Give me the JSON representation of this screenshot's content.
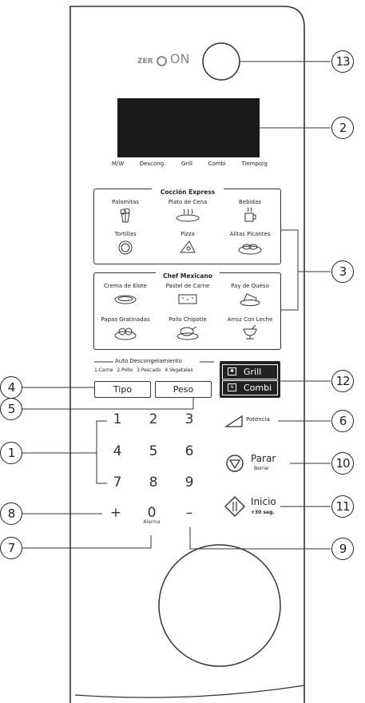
{
  "brand": "ZER",
  "brand_suffix": "ON",
  "display_modes": [
    "M/W",
    "Descong.",
    "Grill",
    "Combi",
    "Tiempo/g"
  ],
  "coccion_express": {
    "title": "Cocción Express",
    "items": [
      "Palomitas",
      "Plato de Cena",
      "Bebidas",
      "Tortillas",
      "Pizza",
      "Alitas Picantes"
    ]
  },
  "chef_mexicano": {
    "title": "Chef Mexicano",
    "items": [
      "Crema de Elote",
      "Pastel de Carne",
      "Pay de Queso",
      "Papas Gratinadas",
      "Pollo Chipotle",
      "Arroz Con Leche"
    ]
  },
  "auto_descongelamiento": {
    "title": "Auto Descongelamiento",
    "options": "1.Carne 2.Pollo 3.Pescado 4.Vegetales"
  },
  "buttons": {
    "tipo": "Tipo",
    "peso": "Peso",
    "grill": "Grill",
    "combi": "Combi",
    "potencia": "Potencia",
    "parar": "Parar",
    "borrar": "Borrar",
    "inicio": "Inicio",
    "inicio_sub": "+30 seg."
  },
  "keypad": {
    "keys": [
      "1",
      "2",
      "3",
      "4",
      "5",
      "6",
      "7",
      "8",
      "9"
    ],
    "plus": "+",
    "zero": "0",
    "zero_sub": "Alarma",
    "minus": "–"
  },
  "callouts": [
    "1",
    "2",
    "3",
    "4",
    "5",
    "6",
    "7",
    "8",
    "9",
    "10",
    "11",
    "12",
    "13"
  ]
}
